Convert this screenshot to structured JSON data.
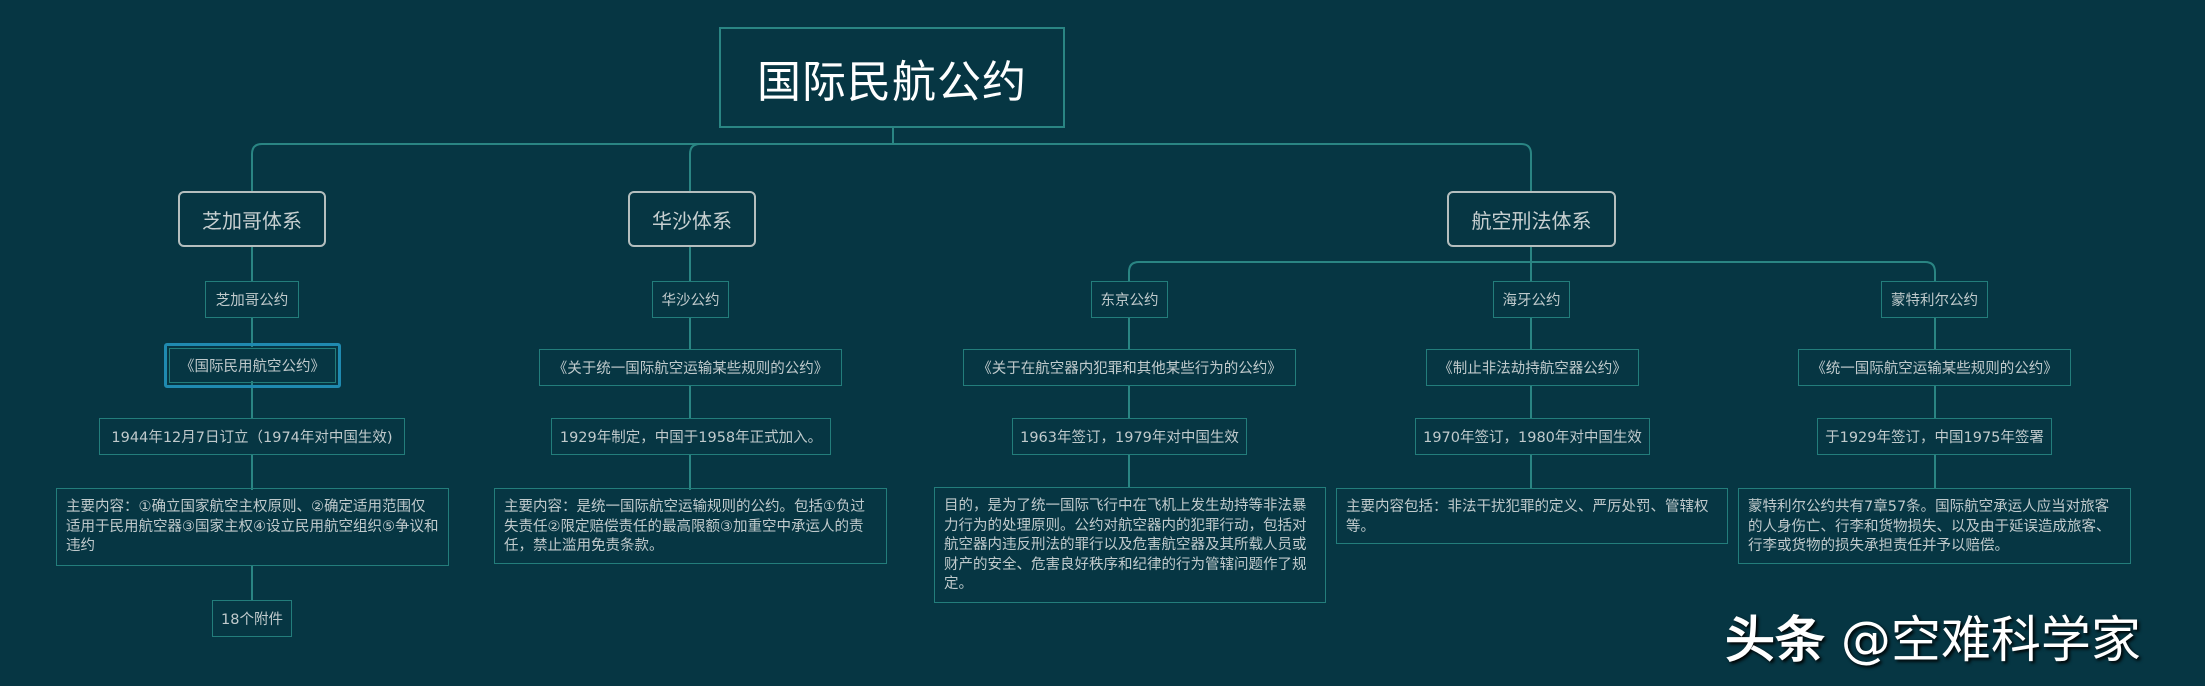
{
  "colors": {
    "background": "#063643",
    "connector": "#2a8583",
    "node_border": "#237d7b",
    "main_border": "#b4bebe",
    "selected_ring": "#1f8ab0"
  },
  "root": {
    "title": "国际民航公约"
  },
  "branches": [
    {
      "title": "芝加哥体系",
      "conventions": [
        {
          "name": "芝加哥公约",
          "full_title": "《国际民用航空公约》",
          "dates": "1944年12月7日订立（1974年对中国生效)",
          "content": "主要内容：①确立国家航空主权原则、②确定适用范围仅适用于民用航空器③国家主权④设立民用航空组织⑤争议和违约",
          "extra": "18个附件",
          "selected_node": "full_title"
        }
      ]
    },
    {
      "title": "华沙体系",
      "conventions": [
        {
          "name": "华沙公约",
          "full_title": "《关于统一国际航空运输某些规则的公约》",
          "dates": "1929年制定，中国于1958年正式加入。",
          "content": "主要内容：是统一国际航空运输规则的公约。包括①负过失责任②限定赔偿责任的最高限额③加重空中承运人的责任，禁止滥用免责条款。"
        }
      ]
    },
    {
      "title": "航空刑法体系",
      "conventions": [
        {
          "name": "东京公约",
          "full_title": "《关于在航空器内犯罪和其他某些行为的公约》",
          "dates": "1963年签订，1979年对中国生效",
          "content": "目的，是为了统一国际飞行中在飞机上发生劫持等非法暴力行为的处理原则。公约对航空器内的犯罪行动，包括对航空器内违反刑法的罪行以及危害航空器及其所载人员或财产的安全、危害良好秩序和纪律的行为管辖问题作了规定。"
        },
        {
          "name": "海牙公约",
          "full_title": "《制止非法劫持航空器公约》",
          "dates": "1970年签订，1980年对中国生效",
          "content": "主要内容包括：非法干扰犯罪的定义、严厉处罚、管辖权等。"
        },
        {
          "name": "蒙特利尔公约",
          "full_title": "《统一国际航空运输某些规则的公约》",
          "dates": "于1929年签订，中国1975年签署",
          "content": "蒙特利尔公约共有7章57条。国际航空承运人应当对旅客的人身伤亡、行李和货物损失、以及由于延误造成旅客、行李或货物的损失承担责任并予以赔偿。"
        }
      ]
    }
  ],
  "watermark": {
    "brand": "头条",
    "handle": "@空难科学家"
  }
}
